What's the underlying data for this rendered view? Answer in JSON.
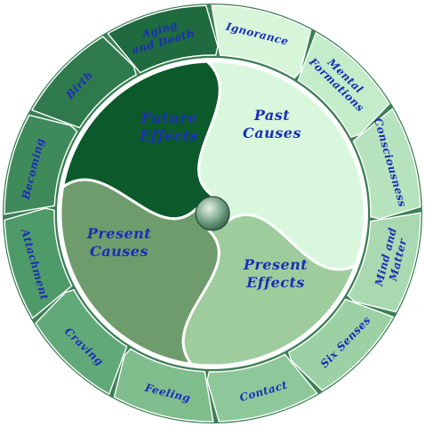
{
  "outer_ring": [
    {
      "id": "ignorance",
      "lines": [
        "Ignorance"
      ],
      "fill": "#d6f5d9",
      "angle": 14
    },
    {
      "id": "formations",
      "lines": [
        "Mental",
        "Formations"
      ],
      "fill": "#c3ecc9",
      "angle": 44
    },
    {
      "id": "consciousness",
      "lines": [
        "Consciousness"
      ],
      "fill": "#b6e3bd",
      "angle": 74
    },
    {
      "id": "mind-matter",
      "lines": [
        "Mind and",
        "Matter"
      ],
      "fill": "#a8d9b0",
      "angle": 104
    },
    {
      "id": "six-senses",
      "lines": [
        "Six Senses"
      ],
      "fill": "#9bd1a4",
      "angle": 134
    },
    {
      "id": "contact",
      "lines": [
        "Contact"
      ],
      "fill": "#8ec89a",
      "angle": 164
    },
    {
      "id": "feeling",
      "lines": [
        "Feeling"
      ],
      "fill": "#7fbd8d",
      "angle": 194
    },
    {
      "id": "craving",
      "lines": [
        "Craving"
      ],
      "fill": "#62a97a",
      "angle": 224
    },
    {
      "id": "attachment",
      "lines": [
        "Attachment"
      ],
      "fill": "#4f9a69",
      "angle": 254
    },
    {
      "id": "becoming",
      "lines": [
        "Becoming"
      ],
      "fill": "#3f8a5b",
      "angle": 284
    },
    {
      "id": "birth",
      "lines": [
        "Birth"
      ],
      "fill": "#2f7a4d",
      "angle": 314
    },
    {
      "id": "aging-death",
      "lines": [
        "Aging",
        "and Death"
      ],
      "fill": "#1f6a3f",
      "angle": 344
    }
  ],
  "inner_sectors": [
    {
      "id": "past-causes",
      "lines": [
        "Past",
        "Causes"
      ],
      "fill": "#d9f7dc"
    },
    {
      "id": "present-effects",
      "lines": [
        "Present",
        "Effects"
      ],
      "fill": "#9ecc9d"
    },
    {
      "id": "present-causes",
      "lines": [
        "Present",
        "Causes"
      ],
      "fill": "#6f9c6c"
    },
    {
      "id": "future-effects",
      "lines": [
        "Future",
        "Effects"
      ],
      "fill": "#0c5a2c"
    }
  ],
  "colors": {
    "ring_background": "#3d7f55",
    "separator": "#ffffff",
    "hub_light": "#e6f2e8",
    "hub_dark": "#2f5e45",
    "label_blue": "#1a2fb8"
  }
}
